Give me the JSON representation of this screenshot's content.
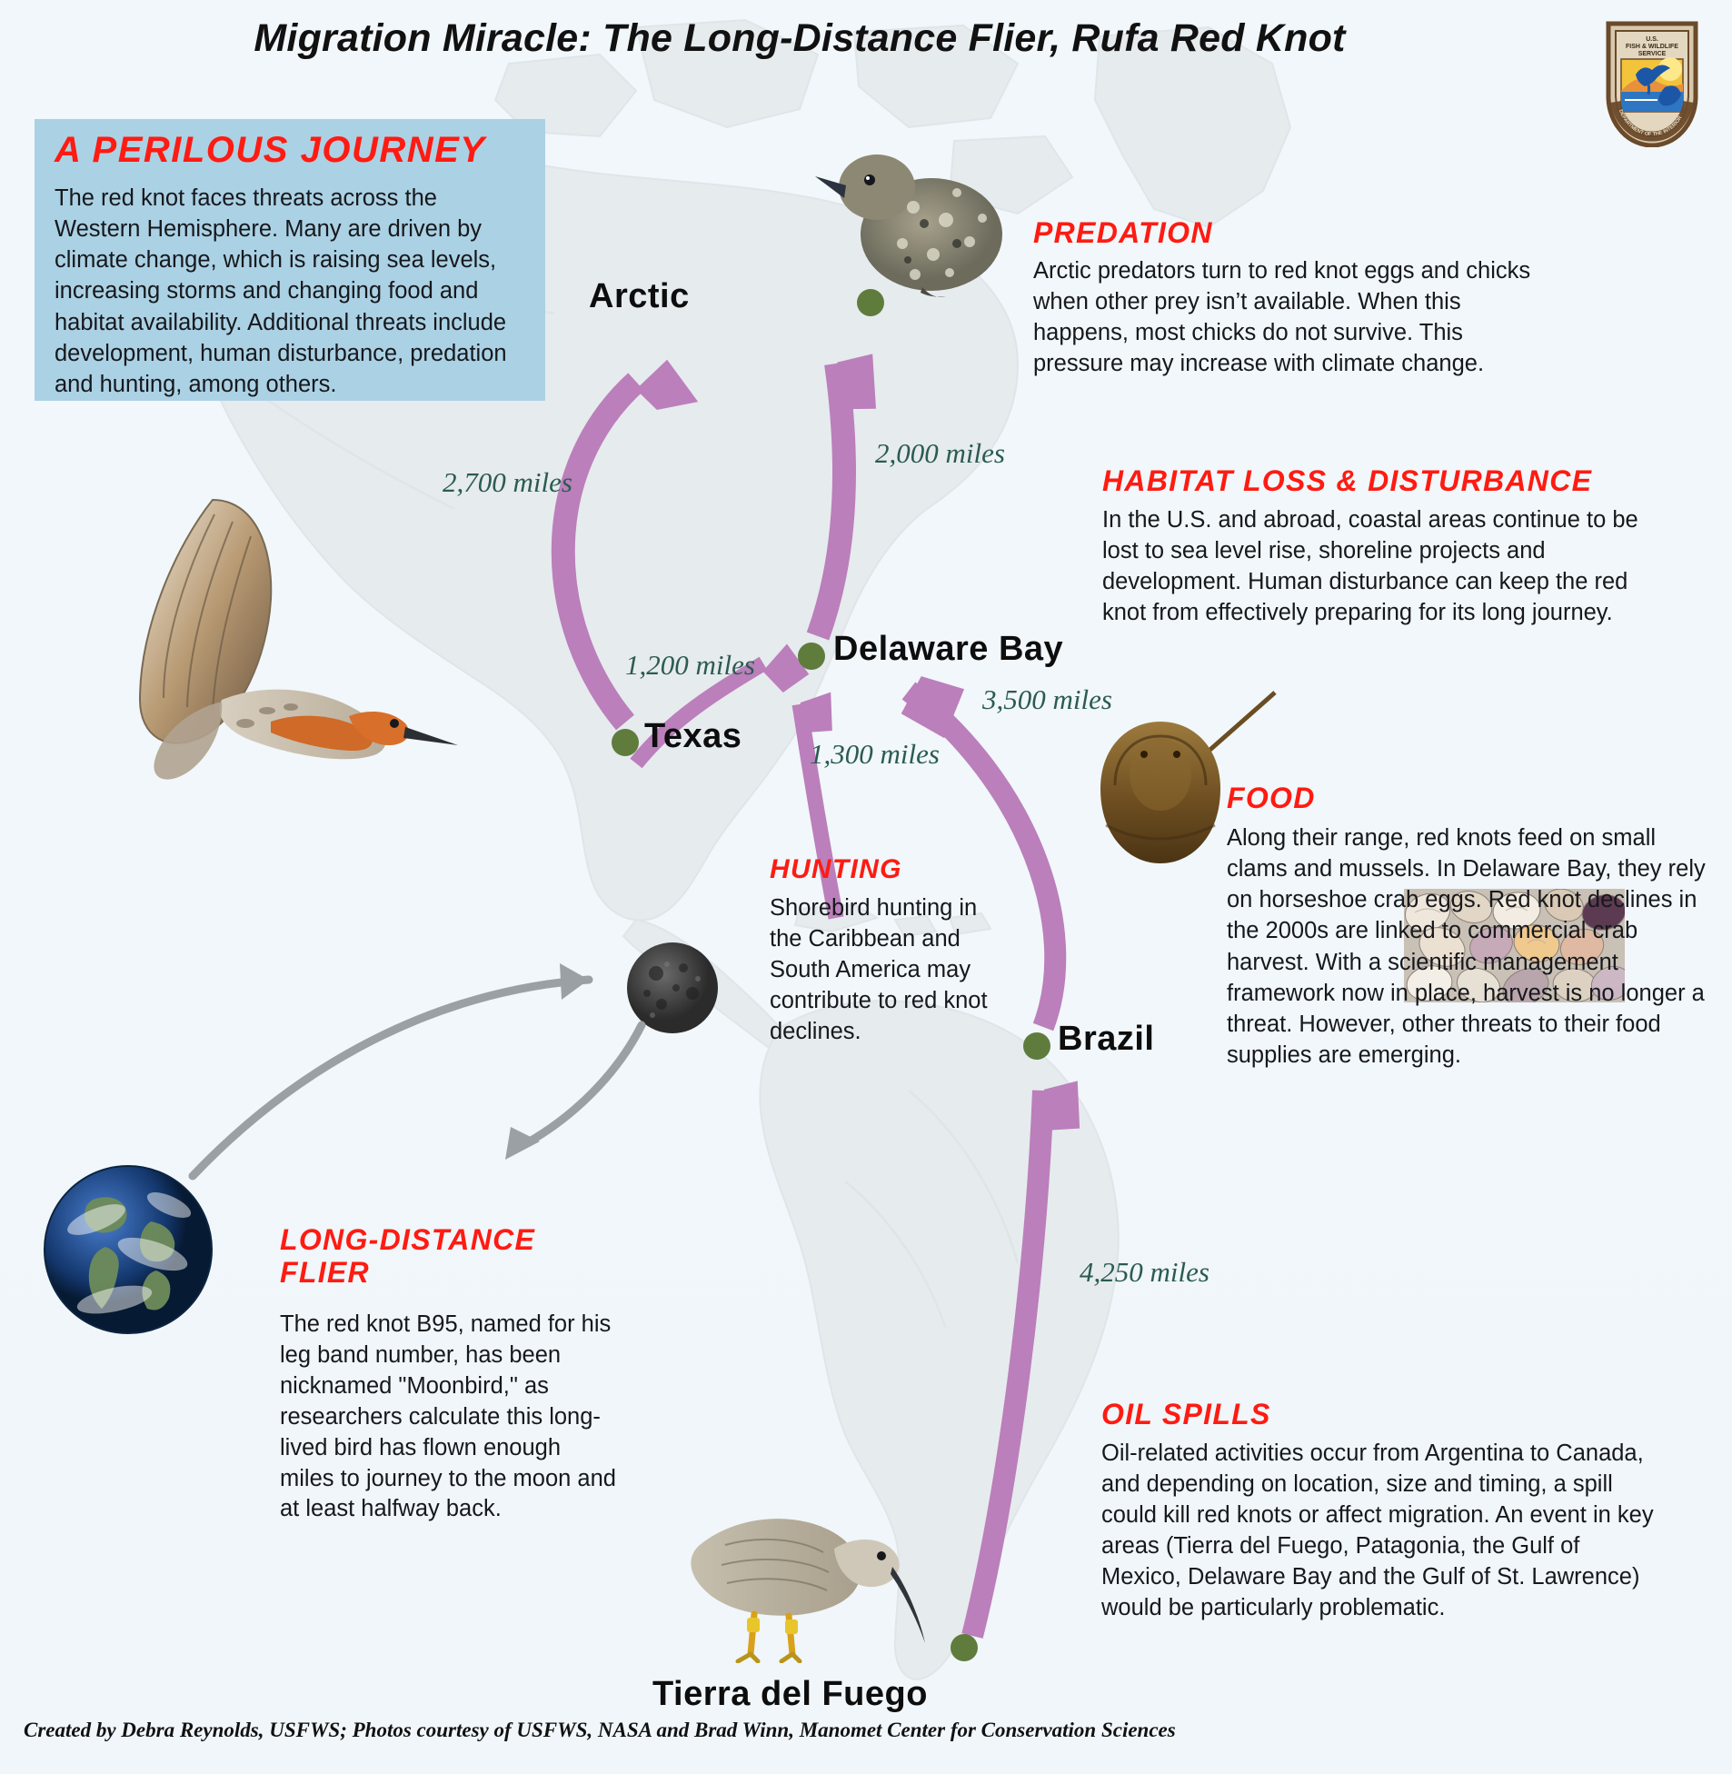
{
  "header": {
    "title": "Migration Miracle: The Long-Distance Flier, Rufa Red Knot",
    "agency_seal": "usfws-seal-icon",
    "seal_top_text_line1": "U.S.",
    "seal_top_text_line2": "FISH & WILDLIFE",
    "seal_top_text_line3": "SERVICE",
    "seal_ring_text": "DEPARTMENT OF THE INTERIOR"
  },
  "perilous_journey": {
    "title": "A PERILOUS JOURNEY",
    "body": "The red knot faces threats across the Western Hemisphere. Many are driven by climate change, which is raising sea levels, increasing storms and changing food and habitat availability. Additional threats include development, human disturbance, predation and hunting, among others."
  },
  "sections": {
    "predation": {
      "title": "PREDATION",
      "body": "Arctic predators turn to red knot eggs and chicks when other prey isn’t available. When this happens, most chicks do not survive.  This pressure may increase with climate change."
    },
    "habitat": {
      "title": "HABITAT LOSS & DISTURBANCE",
      "body": "In the U.S. and abroad, coastal areas continue to be lost to sea level rise, shoreline projects and development. Human disturbance can keep the red knot from effectively preparing for its long journey."
    },
    "food": {
      "title": "FOOD",
      "body": "Along their range, red knots feed on small clams and mussels. In Delaware Bay, they rely on horseshoe crab eggs. Red knot declines in the 2000s are linked to commercial crab harvest. With a scientific management framework now in place, harvest is no longer a threat. However, other threats to their food supplies are emerging."
    },
    "hunting": {
      "title": "HUNTING",
      "body": "Shorebird hunting in the Caribbean and South America may contribute to red knot declines."
    },
    "long_distance_flier": {
      "title": "LONG-DISTANCE FLIER",
      "body": "The red knot B95, named for his leg band number, has been nicknamed \"Moonbird,\" as researchers calculate this long-lived bird has flown enough miles to journey to the moon and at least halfway back."
    },
    "oil_spills": {
      "title": "OIL SPILLS",
      "body": "Oil-related activities occur from Argentina to Canada, and depending on location, size and timing, a spill could kill red knots or affect migration. An event in key areas (Tierra del Fuego, Patagonia, the Gulf of Mexico, Delaware Bay and the Gulf of St. Lawrence) would be particularly problematic."
    }
  },
  "map": {
    "places": [
      {
        "id": "arctic",
        "label": "Arctic"
      },
      {
        "id": "delaware_bay",
        "label": "Delaware Bay"
      },
      {
        "id": "texas",
        "label": "Texas"
      },
      {
        "id": "brazil",
        "label": "Brazil"
      },
      {
        "id": "tierra_del_fuego",
        "label": "Tierra del Fuego"
      }
    ],
    "routes": [
      {
        "id": "texas_arctic",
        "from": "Texas",
        "to": "Arctic",
        "distance": "2,700 miles"
      },
      {
        "id": "delaware_arctic",
        "from": "Delaware Bay",
        "to": "Arctic",
        "distance": "2,000 miles"
      },
      {
        "id": "texas_delaware",
        "from": "Texas",
        "to": "Delaware Bay",
        "distance": "1,200 miles"
      },
      {
        "id": "caribbean_delaware",
        "from": "Caribbean",
        "to": "Delaware Bay",
        "distance": "1,300 miles"
      },
      {
        "id": "brazil_delaware",
        "from": "Brazil",
        "to": "Delaware Bay",
        "distance": "3,500 miles"
      },
      {
        "id": "tdf_brazil",
        "from": "Tierra del Fuego",
        "to": "Brazil",
        "distance": "4,250 miles"
      }
    ],
    "route_color": "#bb7fbb",
    "dot_color": "#5f7c3d",
    "miles_text_color": "#2b5b52"
  },
  "photos": {
    "chick": "red-knot-chick-photo",
    "flying_adult": "red-knot-flying-photo",
    "horseshoe_crab": "horseshoe-crab-photo",
    "shells": "clam-shells-photo",
    "moon": "moon-photo",
    "earth": "earth-photo",
    "feeding_knot": "red-knot-feeding-photo"
  },
  "colors": {
    "accent_red": "#fe1b12",
    "panel_blue": "#abd1e4",
    "background": "#f1f7fa",
    "land": "#e7ebee"
  },
  "credit": "Created by Debra Reynolds, USFWS; Photos courtesy of USFWS, NASA and Brad Winn, Manomet Center for Conservation Sciences"
}
